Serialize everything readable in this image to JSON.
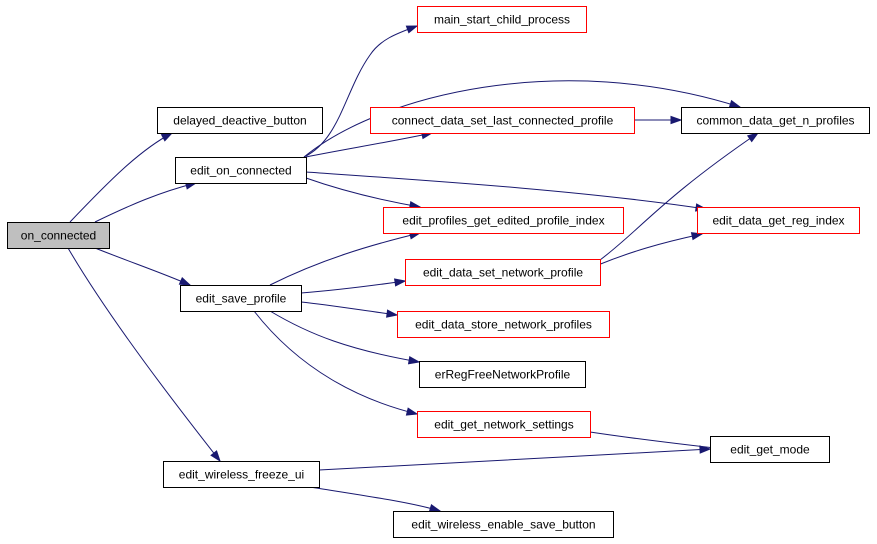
{
  "colors": {
    "edge": "#191970",
    "border_default": "#000000",
    "border_linked": "#ff0000",
    "fill_root": "#bfbfbf",
    "fill_default": "#ffffff"
  },
  "nodes": [
    {
      "id": "on_connected",
      "label": "on_connected",
      "style": "root"
    },
    {
      "id": "delayed_deactive_button",
      "label": "delayed_deactive_button",
      "style": "default"
    },
    {
      "id": "edit_on_connected",
      "label": "edit_on_connected",
      "style": "default"
    },
    {
      "id": "edit_save_profile",
      "label": "edit_save_profile",
      "style": "default"
    },
    {
      "id": "edit_wireless_freeze_ui",
      "label": "edit_wireless_freeze_ui",
      "style": "default"
    },
    {
      "id": "main_start_child_process",
      "label": "main_start_child_process",
      "style": "linked"
    },
    {
      "id": "connect_data_set_last_connected_profile",
      "label": "connect_data_set_last_connected_profile",
      "style": "linked"
    },
    {
      "id": "common_data_get_n_profiles",
      "label": "common_data_get_n_profiles",
      "style": "default"
    },
    {
      "id": "edit_profiles_get_edited_profile_index",
      "label": "edit_profiles_get_edited_profile_index",
      "style": "linked"
    },
    {
      "id": "edit_data_get_reg_index",
      "label": "edit_data_get_reg_index",
      "style": "linked"
    },
    {
      "id": "edit_data_set_network_profile",
      "label": "edit_data_set_network_profile",
      "style": "linked"
    },
    {
      "id": "edit_data_store_network_profiles",
      "label": "edit_data_store_network_profiles",
      "style": "linked"
    },
    {
      "id": "erRegFreeNetworkProfile",
      "label": "erRegFreeNetworkProfile",
      "style": "default"
    },
    {
      "id": "edit_get_network_settings",
      "label": "edit_get_network_settings",
      "style": "linked"
    },
    {
      "id": "edit_get_mode",
      "label": "edit_get_mode",
      "style": "default"
    },
    {
      "id": "edit_wireless_enable_save_button",
      "label": "edit_wireless_enable_save_button",
      "style": "default"
    }
  ],
  "edges": [
    {
      "from": "on_connected",
      "to": "delayed_deactive_button"
    },
    {
      "from": "on_connected",
      "to": "edit_on_connected"
    },
    {
      "from": "on_connected",
      "to": "edit_save_profile"
    },
    {
      "from": "on_connected",
      "to": "edit_wireless_freeze_ui"
    },
    {
      "from": "edit_on_connected",
      "to": "main_start_child_process"
    },
    {
      "from": "edit_on_connected",
      "to": "common_data_get_n_profiles"
    },
    {
      "from": "edit_on_connected",
      "to": "connect_data_set_last_connected_profile"
    },
    {
      "from": "edit_on_connected",
      "to": "edit_profiles_get_edited_profile_index"
    },
    {
      "from": "edit_on_connected",
      "to": "edit_data_get_reg_index"
    },
    {
      "from": "connect_data_set_last_connected_profile",
      "to": "common_data_get_n_profiles"
    },
    {
      "from": "edit_save_profile",
      "to": "edit_profiles_get_edited_profile_index"
    },
    {
      "from": "edit_save_profile",
      "to": "edit_data_set_network_profile"
    },
    {
      "from": "edit_save_profile",
      "to": "edit_data_store_network_profiles"
    },
    {
      "from": "edit_save_profile",
      "to": "erRegFreeNetworkProfile"
    },
    {
      "from": "edit_save_profile",
      "to": "edit_get_network_settings"
    },
    {
      "from": "edit_data_set_network_profile",
      "to": "edit_data_get_reg_index"
    },
    {
      "from": "edit_data_set_network_profile",
      "to": "common_data_get_n_profiles"
    },
    {
      "from": "edit_get_network_settings",
      "to": "edit_get_mode"
    },
    {
      "from": "edit_wireless_freeze_ui",
      "to": "edit_get_mode"
    },
    {
      "from": "edit_wireless_freeze_ui",
      "to": "edit_wireless_enable_save_button"
    }
  ]
}
